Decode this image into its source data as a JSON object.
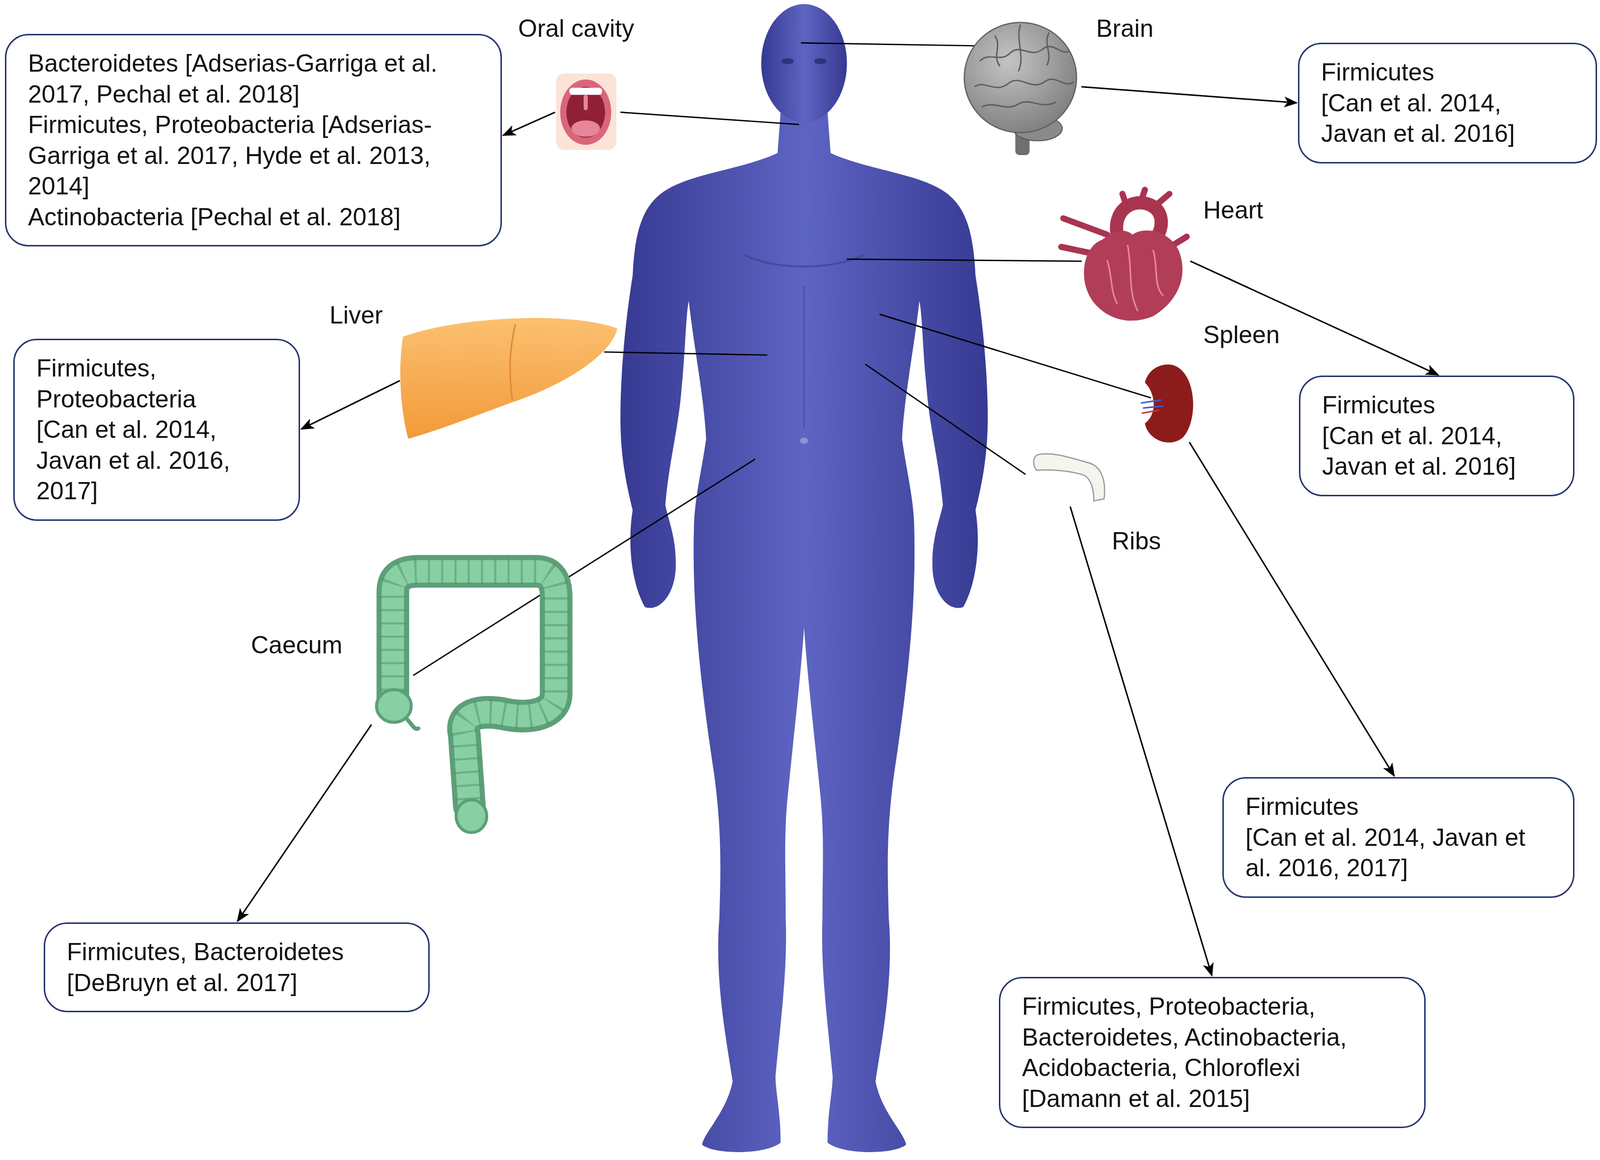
{
  "diagram": {
    "nodes": [
      {
        "text": [
          "Oral cavity"
        ]
      },
      {
        "text": [
          "Bacteroidetes [Adserias-Garriga et al. 2017, Pechal et al. 2018]",
          "Firmicutes, Proteobacteria [Adserias-Garriga et al. 2017, Hyde et al. 2013, 2014]",
          "Actinobacteria [Pechal et al. 2018]"
        ]
      },
      {
        "text": [
          "Brain"
        ]
      },
      {
        "text": [
          "Firmicutes",
          "[Can et al. 2014, Javan et al. 2016]"
        ]
      },
      {
        "text": [
          "Liver"
        ]
      },
      {
        "text": [
          "Firmicutes, Proteobacteria",
          "[Can et al. 2014, Javan et al. 2016, 2017]"
        ]
      },
      {
        "text": [
          "Heart"
        ]
      },
      {
        "text": [
          "Firmicutes",
          "[Can et al. 2014, Javan et al. 2016]"
        ]
      },
      {
        "text": [
          "Spleen"
        ]
      },
      {
        "text": [
          "Firmicutes",
          "[Can et al. 2014, Javan et al. 2016, 2017]"
        ]
      },
      {
        "text": [
          "Ribs"
        ]
      },
      {
        "text": [
          "Caecum"
        ]
      },
      {
        "text": [
          "Firmicutes, Bacteroidetes",
          "[DeBruyn et al. 2017]"
        ]
      },
      {
        "text": [
          "Firmicutes, Proteobacteria, Bacteroidetes, Actinobacteria, Acidobacteria, Chloroflexi",
          "[Damann et al. 2015]"
        ]
      }
    ],
    "edges": [
      {
        "from": 0,
        "to": 1,
        "arrow": "to"
      },
      {
        "from": 2,
        "to": 3,
        "arrow": "to"
      },
      {
        "from": 4,
        "to": 5,
        "arrow": "to"
      },
      {
        "from": 6,
        "to": 7,
        "arrow": "to"
      },
      {
        "from": 8,
        "to": 9,
        "arrow": "to"
      },
      {
        "from": 10,
        "to": 13,
        "arrow": "to"
      },
      {
        "from": 11,
        "to": 12,
        "arrow": "to"
      }
    ]
  }
}
